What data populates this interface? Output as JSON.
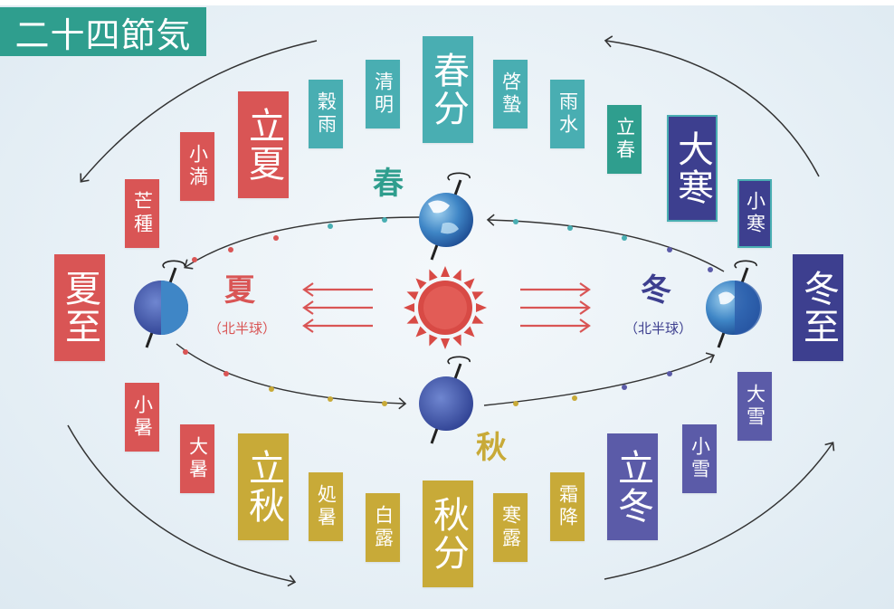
{
  "title": "二十四節気",
  "colors": {
    "spring": "#2f9e8e",
    "spring_light": "#49aeb2",
    "summer": "#d95555",
    "autumn": "#c8aa38",
    "winter": "#3d3f8f",
    "winter_light": "#5b5ba8",
    "sun": "#d84a45",
    "title_bg": "#2f9e8e"
  },
  "terms": {
    "shunbun": "春分",
    "seimei": "清明",
    "kokuu": "穀雨",
    "rikka": "立夏",
    "shoman": "小満",
    "boshu": "芒種",
    "geshi": "夏至",
    "shosho": "小暑",
    "taisho": "大暑",
    "risshu": "立秋",
    "shosho2": "処暑",
    "hakuro": "白露",
    "shubun": "秋分",
    "kanro": "寒露",
    "soko": "霜降",
    "ritto": "立冬",
    "shosetsu": "小雪",
    "taisetsu": "大雪",
    "toji": "冬至",
    "shokan": "小寒",
    "daikan": "大寒",
    "risshun": "立春",
    "usui": "雨水",
    "keichitsu": "啓蟄"
  },
  "seasons": {
    "spring": "春",
    "summer": "夏",
    "autumn": "秋",
    "winter": "冬",
    "hemisphere": "（北半球）"
  },
  "icons": [
    "sun-icon",
    "earth-globe-icon",
    "rotation-arrow-icon",
    "orbit-arrow-icon",
    "sunlight-arrows-icon"
  ]
}
